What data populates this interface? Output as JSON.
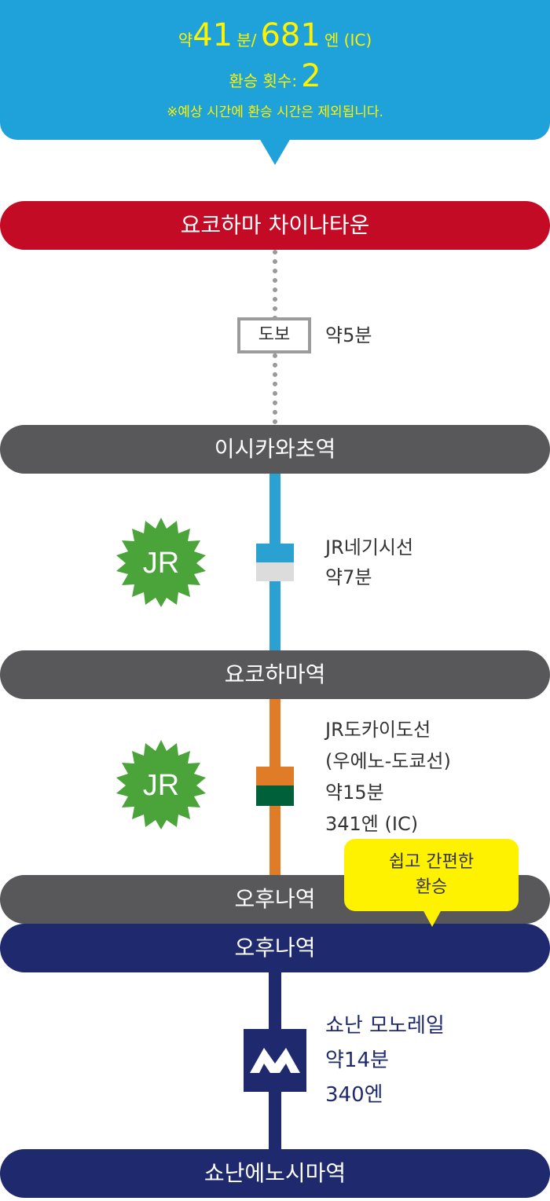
{
  "summary": {
    "approx": "약",
    "minutes": "41",
    "minutes_unit": "분/",
    "fare": "681",
    "fare_unit": "엔 (IC)",
    "transfers_label": "환승 횟수:",
    "transfers": "2",
    "note": "※예상 시간에 환승 시간은 제외됩니다."
  },
  "stations": {
    "s1": "요코하마 차이나타운",
    "s2": "이시카와초역",
    "s3": "요코하마역",
    "s4a": "오후나역",
    "s4b": "오후나역",
    "s5": "쇼난에노시마역"
  },
  "walk": {
    "label": "도보",
    "time": "약5분"
  },
  "leg1": {
    "badge": "JR",
    "line": "JR네기시선",
    "time": "약7분"
  },
  "leg2": {
    "badge": "JR",
    "line": "JR도카이도선",
    "line2": "(우에노-도쿄선)",
    "time": "약15분",
    "fare": "341엔 (IC)"
  },
  "bubble": {
    "line1": "쉽고 간편한",
    "line2": "환승"
  },
  "leg3": {
    "line": "쇼난 모노레일",
    "time": "약14분",
    "fare": "340엔"
  },
  "colors": {
    "header": "#1fa1d9",
    "highlight": "#fff200",
    "start_station": "#c40b26",
    "station": "#58585a",
    "monorail": "#1f2a6e",
    "jr_green": "#4aa43a",
    "negishi_line": "#2aa1d0",
    "tokaido_line": "#e07b28",
    "tokaido_band": "#00603a"
  }
}
